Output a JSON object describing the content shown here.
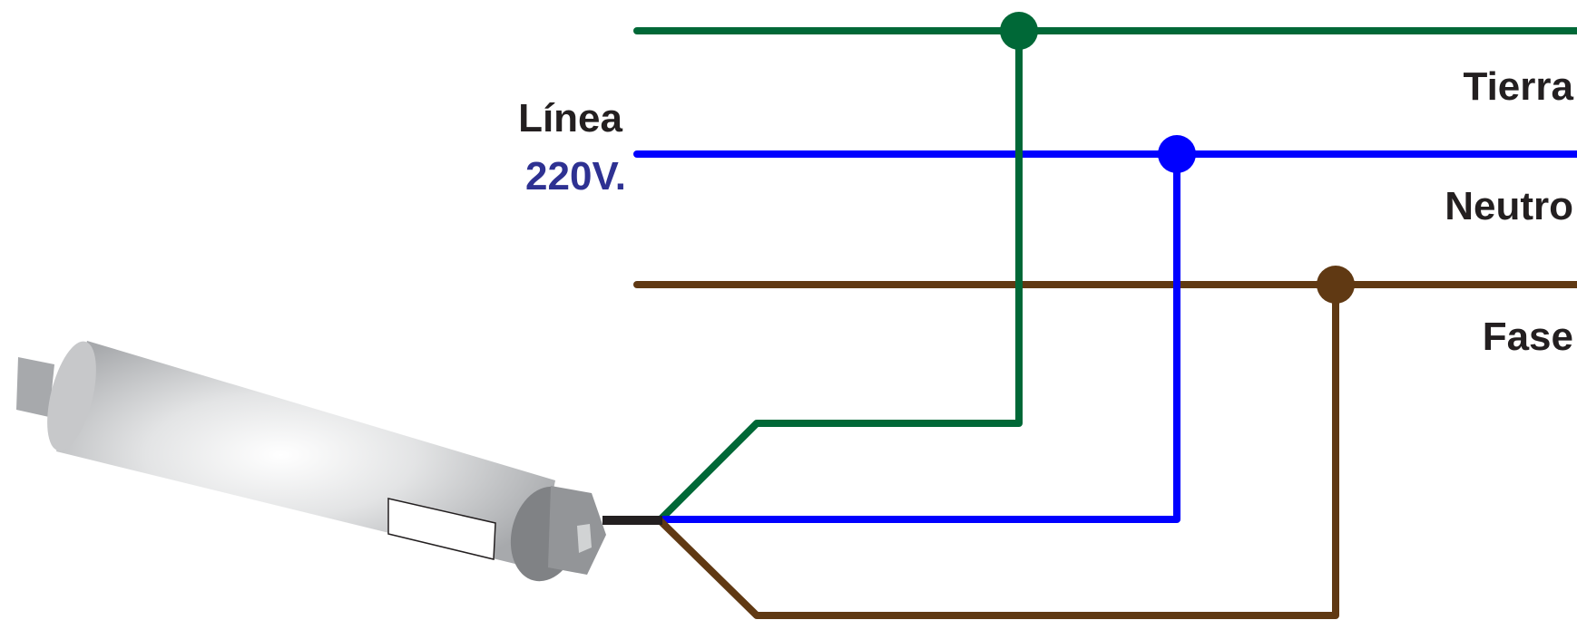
{
  "labels": {
    "line": "Línea",
    "voltage": "220V.",
    "earth": "Tierra",
    "neutral": "Neutro",
    "phase": "Fase"
  },
  "colors": {
    "earth": "#006837",
    "neutral": "#0000ff",
    "phase": "#603913",
    "cable": "#231f20",
    "voltage_text": "#2e3192",
    "label_text": "#231f20"
  },
  "components": {
    "motor": "tubular-motor",
    "wires": [
      "earth",
      "neutral",
      "phase"
    ]
  }
}
